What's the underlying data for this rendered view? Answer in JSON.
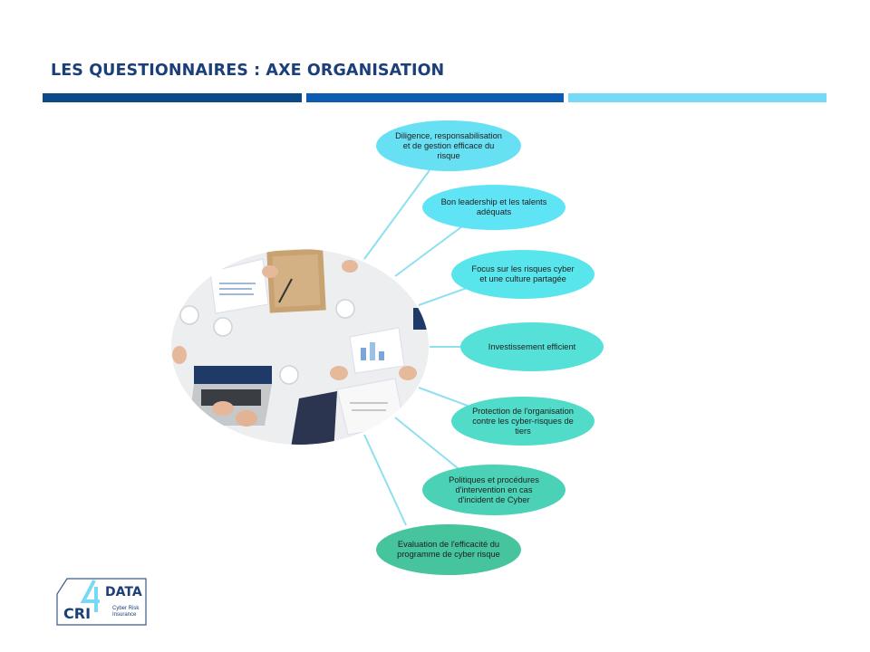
{
  "page": {
    "title": "LES QUESTIONNAIRES : AXE ORGANISATION"
  },
  "colors": {
    "bar_dark": "#0b4a86",
    "bar_mid": "#0d5cb1",
    "bar_light": "#78d9f6",
    "connector": "#8ee0f0"
  },
  "diagram": {
    "center_image": "meeting-table-photo",
    "nodes": [
      {
        "label": "Diligence, responsabilisation  et de gestion  efficace  du risque",
        "color": "#67e0f4"
      },
      {
        "label": "Bon leadership  et les talents  adéquats",
        "color": "#5fe4f6"
      },
      {
        "label": "Focus sur les  risques cyber et une culture partagée",
        "color": "#58e6ec"
      },
      {
        "label": "Investissement   efficient",
        "color": "#55e0d8"
      },
      {
        "label": "Protection  de l'organisation  contre les cyber-risques  de tiers",
        "color": "#50dcc8"
      },
      {
        "label": "Politiques  et procédures d'intervention  en cas d'incident  de Cyber",
        "color": "#4bd2b6"
      },
      {
        "label": "Evaluation  de l'efficacité  du programme de cyber risque",
        "color": "#45c49d"
      }
    ]
  },
  "logo": {
    "data_text": "DATA",
    "cri_text": "CRI",
    "subtitle": "Cyber Risk Insurance",
    "icon": "cri4data-logo"
  }
}
